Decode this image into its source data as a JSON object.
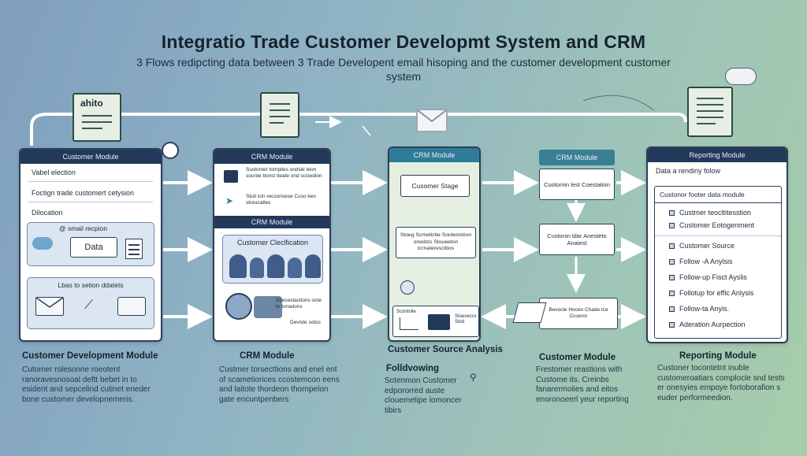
{
  "header": {
    "title": "Integratio Trade Customer Developmt System and CRM",
    "subtitle": "3 Flows redipcting data between 3 Trade Developent email hisoping and the customer development customer system"
  },
  "panel1": {
    "head": "Customer Module",
    "rows": [
      "Vabel election",
      "Foctign trade customert cetysion",
      "Dilocation"
    ],
    "cloud_label": "smail recpion",
    "data_label": "Data",
    "bottom_label": "Lbas to setion ddatets"
  },
  "panel2": {
    "head": "CRM Module",
    "row1": "Sustomer tompiles ondsle teon sounte bonst tieate ond scciedion",
    "row2": "Stuit icin recsonsese Cuso keo streucatles",
    "sub_head": "CRM Module",
    "classification": "Customer Cleclfication",
    "row3": "Scecestactions octe to torselons",
    "row4": "Deviste sotoc"
  },
  "panel3": {
    "head": "CRM Module",
    "box1": "Cusomer Stage",
    "box2": "Stoeg Scmetictie Soutenistion onedsts Stoueeton tcrnaterescibos",
    "box3a": "Scontolie",
    "box3b": "Stoeveccs Stod"
  },
  "panel4": {
    "head": "CRM Module",
    "box1": "Cuotomin lest Coestation",
    "box2": "Custonin ldar Anesteto Anaiest",
    "box3": "Bevocle Hocen Chade tce Ccoeror"
  },
  "panel5": {
    "head": "Reporting Module",
    "intro": "Data a rendiny folow",
    "list_head": "Custonor footer data module",
    "items": [
      "Custmer teocltitesstion",
      "Customer Eotogenment",
      "Customer Source",
      "Follow -A Anylsis",
      "Follow-up Fisct Ayslis",
      "Follotup for effic Anlysis",
      "Follow-ta Anyis.",
      "Aderation Aurpection"
    ]
  },
  "top_doc": {
    "label": "ahito"
  },
  "captions": [
    {
      "title": "Customer Development Module",
      "text": "Cutomer rolesonne roeotent ranoravesnosoal deftt bebet in to esident and sepcelind cutinet eneder bone customer developnemeris."
    },
    {
      "title": "CRM Module",
      "text": "Custmer torsecttions and enel ent of scametiorices ccostemcon eens and laitote thordeon thornpelon gate encuntpenbers"
    },
    {
      "title": "Customer Source Analysis",
      "title2": "Folldvowing",
      "text": "Sotenmon Customer edpororred auste clouemetipe lomoncer tibirs"
    },
    {
      "title": "Customer Module",
      "text": "Frestomer reastions with Custome its. Creinbs fanarermolies and eitos enoronoeerl yeur reporting"
    },
    {
      "title": "Reporting Module",
      "text": "Custoner tocontetnt inuble customeroatiars complocle snd tests er onesyies empoye fortoborafion s euder performeedion."
    }
  ],
  "colors": {
    "panel_border": "#2b3f57",
    "panel_head": "#23395a",
    "accent_teal": "#3a7f95",
    "arrow": "#ffffff"
  }
}
